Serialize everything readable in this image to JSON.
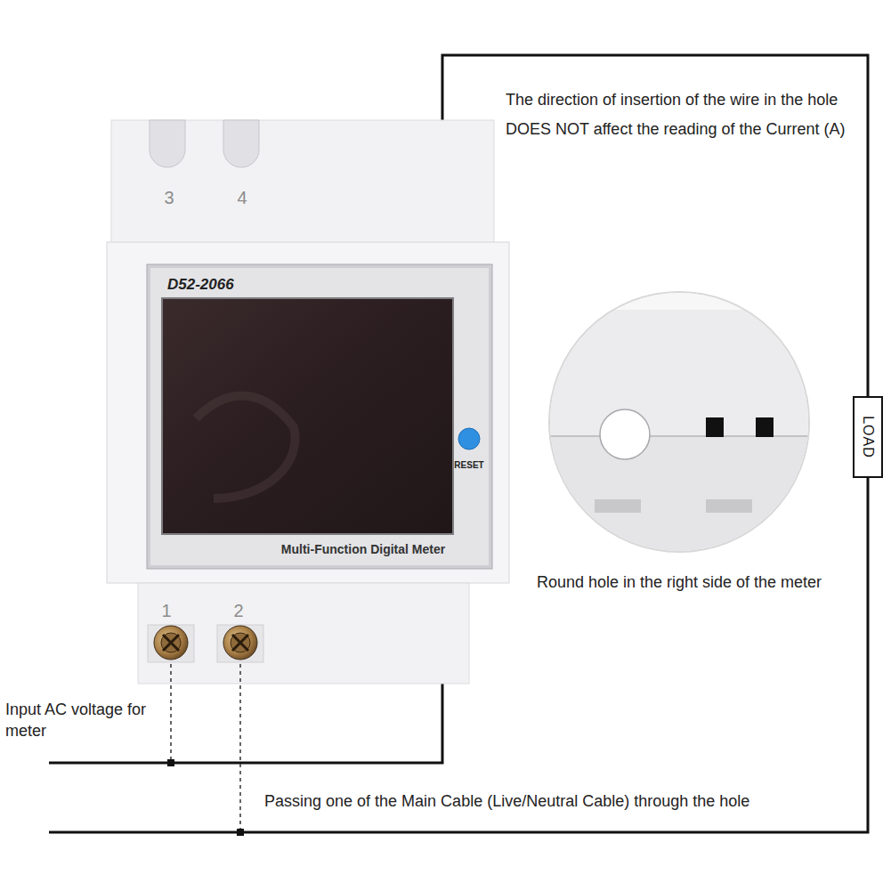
{
  "diagram": {
    "nodes": [
      {
        "text": [
          "LOAD"
        ]
      }
    ],
    "labels": [
      "3",
      "4",
      "D52-2066",
      "RESET",
      "Multi-Function Digital Meter",
      "1",
      "2",
      "The direction of insertion of the wire in the hole DOES NOT affect the reading of the Current (A)",
      "Round hole in the right side of the meter",
      "Input AC voltage for meter",
      "Passing one of the Main Cable (Live/Neutral Cable) through the hole"
    ]
  }
}
